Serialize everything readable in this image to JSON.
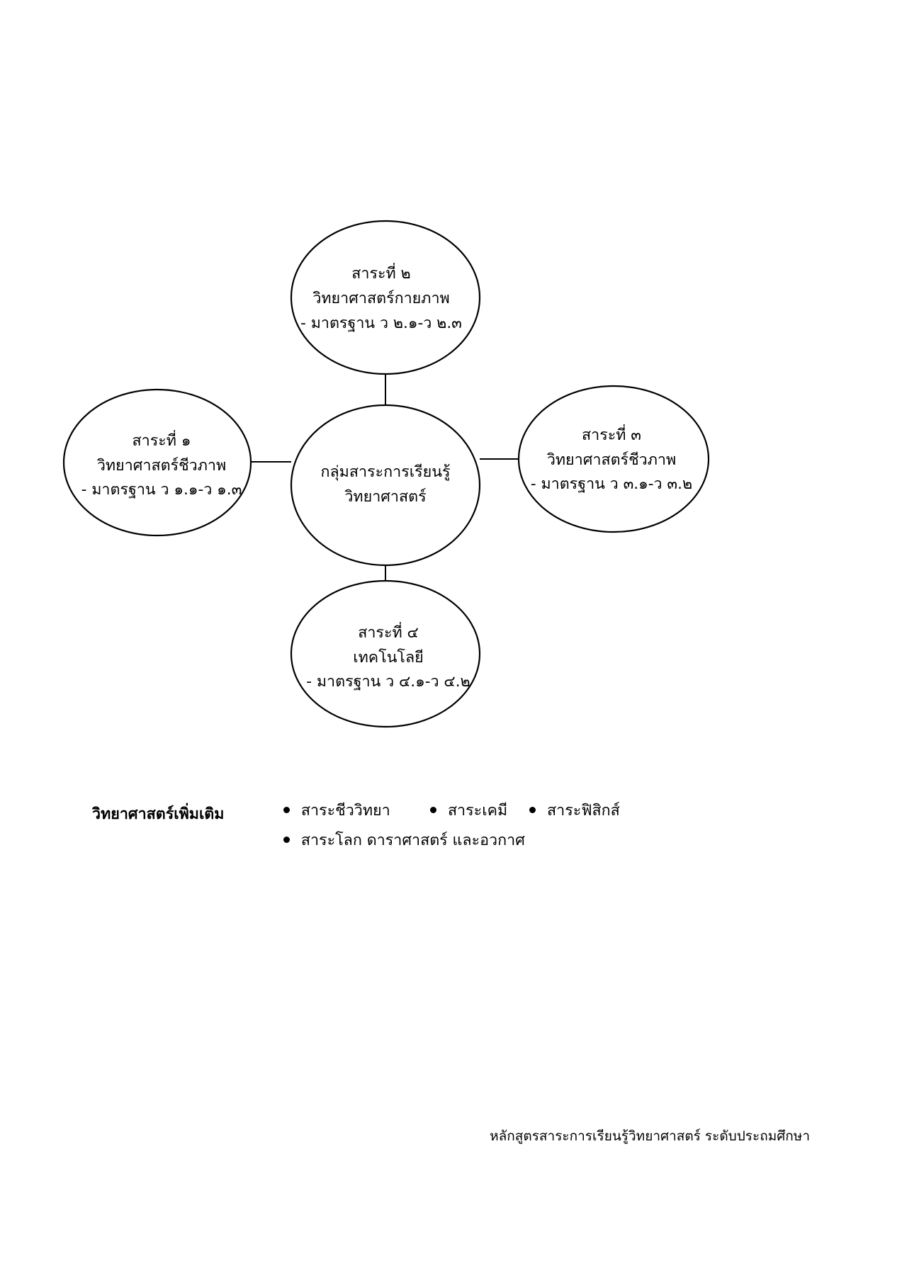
{
  "diagram": {
    "type": "concept-map",
    "center": {
      "id": "center",
      "lines": [
        "กลุ่มสาระการเรียนรู้",
        "วิทยาศาสตร์"
      ]
    },
    "nodes": [
      {
        "id": "top",
        "position": "top",
        "lines": [
          "สาระที่ ๒",
          "วิทยาศาสตร์กายภาพ",
          "- มาตรฐาน ว ๒.๑-ว ๒.๓"
        ],
        "strand_number": "๒",
        "strand_title": "วิทยาศาสตร์กายภาพ",
        "standards": "- มาตรฐาน ว ๒.๑-ว ๒.๓"
      },
      {
        "id": "left",
        "position": "left",
        "lines": [
          "สาระที่ ๑",
          "วิทยาศาสตร์ชีวภาพ",
          "- มาตรฐาน ว ๑.๑-ว ๑.๓"
        ],
        "strand_number": "๑",
        "strand_title": "วิทยาศาสตร์ชีวภาพ",
        "standards": "- มาตรฐาน ว ๑.๑-ว ๑.๓"
      },
      {
        "id": "right",
        "position": "right",
        "lines": [
          "สาระที่ ๓",
          "วิทยาศาสตร์ชีวภาพ",
          "- มาตรฐาน ว ๓.๑-ว ๓.๒"
        ],
        "strand_number": "๓",
        "strand_title": "วิทยาศาสตร์ชีวภาพ",
        "standards": "- มาตรฐาน ว ๓.๑-ว ๓.๒"
      },
      {
        "id": "bottom",
        "position": "bottom",
        "lines": [
          "สาระที่ ๔",
          "เทคโนโลยี",
          "- มาตรฐาน ว ๔.๑-ว ๔.๒"
        ],
        "strand_number": "๔",
        "strand_title": "เทคโนโลยี",
        "standards": "- มาตรฐาน ว ๔.๑-ว ๔.๒"
      }
    ],
    "stroke_color": "#000000",
    "fill_color": "#ffffff"
  },
  "legend": {
    "title": "วิทยาศาสตร์เพิ่มเติม",
    "bullet_icon": "filled-circle-bullet",
    "rows": [
      [
        "สาระชีววิทยา",
        "สาระเคมี",
        "สาระฟิสิกส์"
      ],
      [
        "สาระโลก ดาราศาสตร์ และอวกาศ"
      ]
    ]
  },
  "footer": {
    "note": "หลักสูตรสาระการเรียนรู้วิทยาศาสตร์  ระดับประถมศึกษา"
  }
}
